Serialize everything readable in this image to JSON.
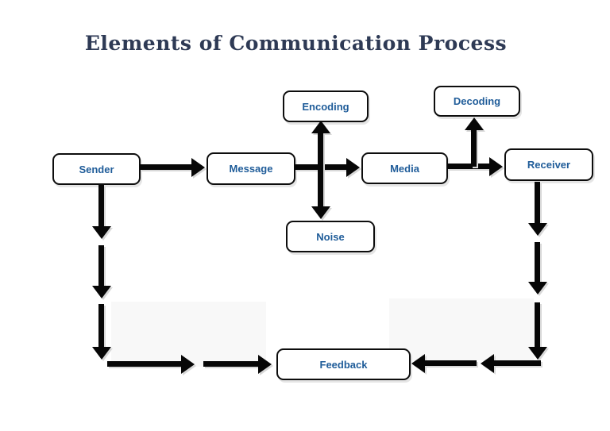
{
  "diagram": {
    "title": "Elements of Communication Process",
    "title_color": "#2e3a55",
    "label_color": "#1f5c99",
    "arrow_color": "#000000",
    "box_border_color": "#0d0d0d",
    "box_fill_color": "#ffffff",
    "nodes": [
      {
        "id": "sender",
        "label": "Sender"
      },
      {
        "id": "message",
        "label": "Message"
      },
      {
        "id": "encoding",
        "label": "Encoding"
      },
      {
        "id": "media",
        "label": "Media"
      },
      {
        "id": "decoding",
        "label": "Decoding"
      },
      {
        "id": "receiver",
        "label": "Receiver"
      },
      {
        "id": "noise",
        "label": "Noise"
      },
      {
        "id": "feedback",
        "label": "Feedback"
      }
    ],
    "connections": [
      {
        "from": "sender",
        "to": "message",
        "direction": "right"
      },
      {
        "from": "message",
        "to": "media",
        "direction": "right"
      },
      {
        "from": "message-media-junction",
        "to": "encoding",
        "direction": "up"
      },
      {
        "from": "message-media-junction",
        "to": "noise",
        "direction": "down"
      },
      {
        "from": "media",
        "to": "receiver",
        "direction": "right"
      },
      {
        "from": "media-receiver-junction",
        "to": "decoding",
        "direction": "up"
      },
      {
        "from": "sender",
        "to": "feedback",
        "direction": "down-then-right"
      },
      {
        "from": "receiver",
        "to": "feedback",
        "direction": "down-then-left"
      }
    ]
  }
}
